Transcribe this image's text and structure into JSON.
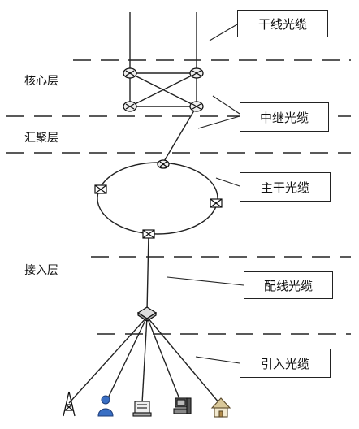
{
  "labels": {
    "trunk": "干线光缆",
    "relay": "中继光缆",
    "main": "主干光缆",
    "distribution": "配线光缆",
    "drop": "引入光缆"
  },
  "layers": {
    "core": "核心层",
    "aggregation": "汇聚层",
    "access": "接入层"
  }
}
